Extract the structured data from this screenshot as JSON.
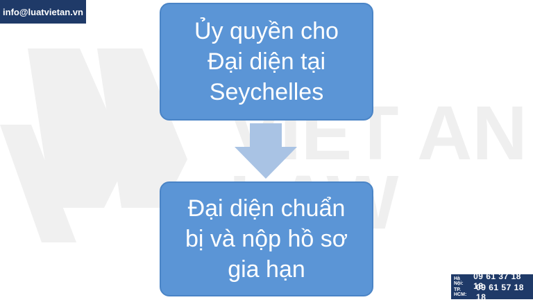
{
  "watermark": {
    "logo_text_1": "VIET AN",
    "logo_text_2": "LAW"
  },
  "header": {
    "email": "info@luatvietan.vn"
  },
  "flow": {
    "step1": {
      "lines": [
        "Ủy quyền cho",
        "Đại diện tại",
        "Seychelles"
      ]
    },
    "step2": {
      "lines": [
        "Đại diện chuẩn",
        "bị và nộp hồ sơ",
        "gia hạn"
      ]
    }
  },
  "contact": {
    "hanoi_label": "Hà Nội:",
    "hanoi_phone": "09 61 37 18 18",
    "hcm_label": "TP. HCM:",
    "hcm_phone": "09 61 57 18 18"
  },
  "colors": {
    "box_fill": "#5b95d6",
    "arrow_fill": "#a9c3e4",
    "badge_bg": "#1f3a68"
  }
}
